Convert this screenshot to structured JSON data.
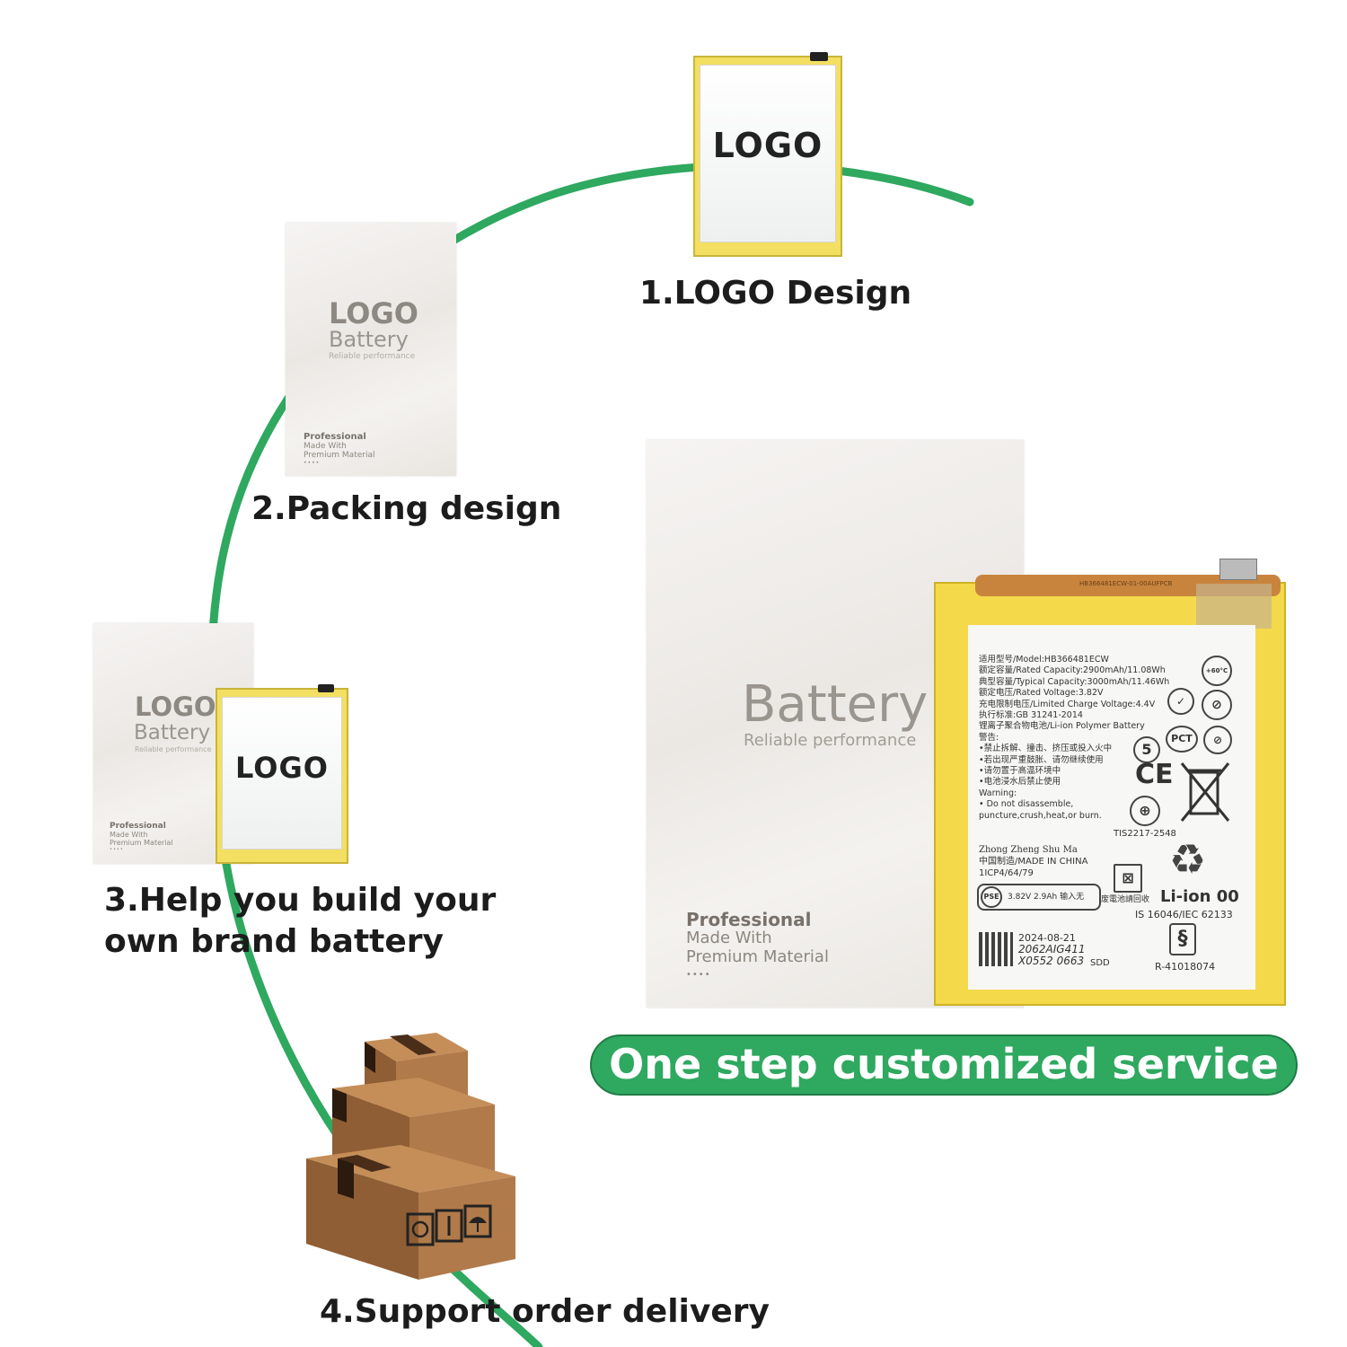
{
  "steps": [
    {
      "label": "1.LOGO Design"
    },
    {
      "label": "2.Packing design"
    },
    {
      "label_line1": "3.Help you build your",
      "label_line2": "own brand battery"
    },
    {
      "label": "4.Support order delivery"
    }
  ],
  "battery_logo": "LOGO",
  "packing": {
    "logo": "LOGO",
    "battery": "Battery",
    "reliable": "Reliable performance",
    "professional": "Professional",
    "made_with": "Made With",
    "premium": "Premium Material",
    "dots": "••••"
  },
  "service_banner": "One step customized service",
  "product_label": {
    "lines": [
      "适用型号/Model:HB366481ECW",
      "额定容量/Rated Capacity:2900mAh/11.08Wh",
      "典型容量/Typical Capacity:3000mAh/11.46Wh",
      "额定电压/Rated Voltage:3.82V",
      "充电限制电压/Limited Charge Voltage:4.4V",
      "执行标准:GB 31241-2014",
      "锂离子聚合物电池/Li-ion Polymer Battery",
      "警告:",
      "•禁止拆解、撞击、挤压或投入火中",
      "•若出现严重鼓胀、请勿继续使用",
      "•请勿置于高温环境中",
      "•电池浸水后禁止使用",
      "Warning:",
      "• Do not disassemble,",
      "  puncture,crush,heat,or burn."
    ],
    "tis": "TIS2217-2548",
    "maker": "Zhong Zheng Shu Ma",
    "made_in": "中国制造/MADE IN CHINA",
    "cell_code": "1ICP4/64/79",
    "pse_rating": "3.82V 2.9Ah 输入无",
    "recycle": "废電池請回收",
    "li_ion": "Li-ion 00",
    "standard": "IS 16046/IEC 62133",
    "date": "2024-08-21",
    "code1": "2062AIG411",
    "code2": "X0552 0663",
    "sdd": "SDD",
    "reg": "R-41018074",
    "flex_text": "HB366481ECW-01-00AUFPCB"
  },
  "colors": {
    "arc_green": "#2fa860",
    "banner_green": "#2fa860",
    "battery_yellow": "#f3df62",
    "cardboard": "#b07a4a"
  }
}
